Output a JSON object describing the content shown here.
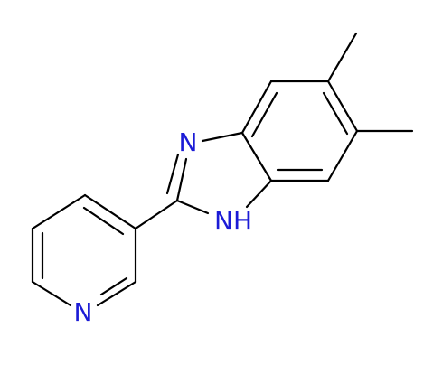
{
  "diagram": {
    "atoms": {
      "n_imine": "N",
      "nh": "NH",
      "n_pyridine": "N"
    },
    "colors": {
      "bond": "#000000",
      "heteroatom": "#1b1bd6"
    }
  }
}
